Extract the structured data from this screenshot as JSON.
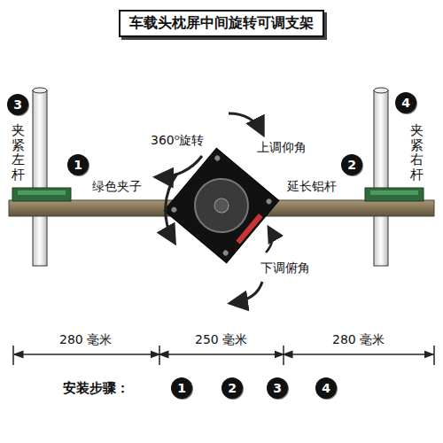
{
  "diagram": {
    "title": "车载头枕屏中间旋转可调支架",
    "nodes": [
      {
        "text": [
          "3"
        ]
      },
      {
        "text": [
          "4"
        ]
      },
      {
        "text": [
          "1"
        ]
      },
      {
        "text": [
          "2"
        ]
      },
      {
        "text": [
          "1"
        ]
      },
      {
        "text": [
          "2"
        ]
      },
      {
        "text": [
          "3"
        ]
      },
      {
        "text": [
          "4"
        ]
      }
    ],
    "labels": [
      "夹紧左杆",
      "夹紧右杆",
      "绿色夹子",
      "延长铝杆",
      "360⁰旋转",
      "上调仰角",
      "下调俯角",
      "280 毫米",
      "250 毫米",
      "280 毫米",
      "安装步骤："
    ]
  }
}
